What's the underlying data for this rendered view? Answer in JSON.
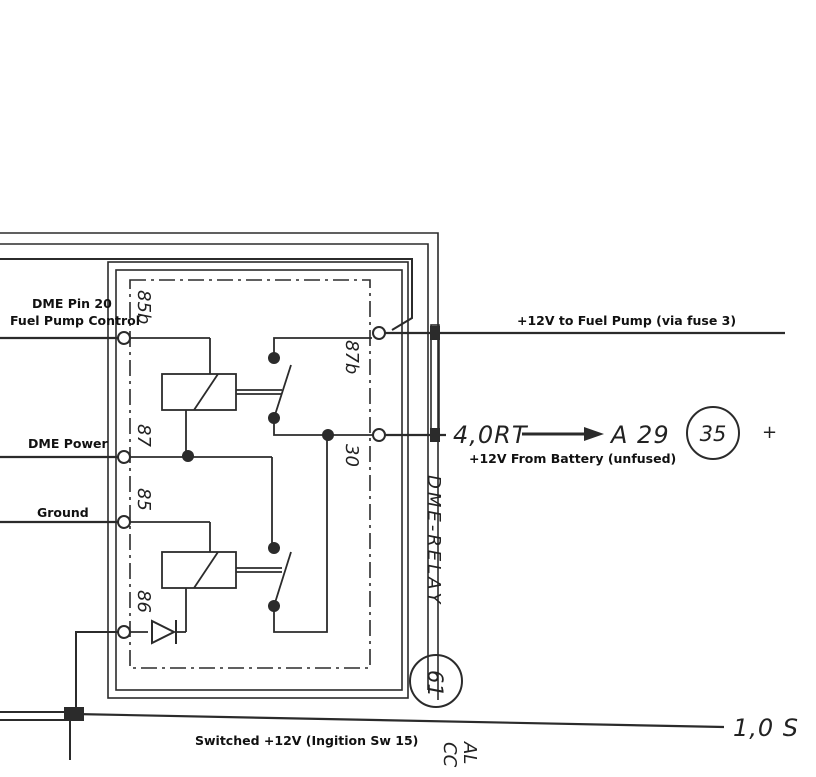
{
  "annotations": {
    "dme_pin20": "DME Pin 20",
    "fuel_pump_control": "Fuel Pump Control",
    "dme_power": "DME Power",
    "ground": "Ground",
    "fuel_pump_out": "+12V to Fuel Pump (via fuse 3)",
    "battery_in": "+12V From Battery (unfused)",
    "switched": "Switched +12V (Ingition Sw 15)"
  },
  "terminals": {
    "t85b": "85b",
    "t87": "87",
    "t85": "85",
    "t86": "86",
    "t87b": "87b",
    "t30": "30"
  },
  "labels": {
    "relay_name": "DME-RELAY",
    "wire_gauge_main": "4,0RT",
    "destination": "A 29",
    "node_35": "35",
    "plus": "+",
    "node_61": "61",
    "wire_gauge_switched": "1,0 S",
    "cut_a": "AL",
    "cut_b": "CC"
  }
}
